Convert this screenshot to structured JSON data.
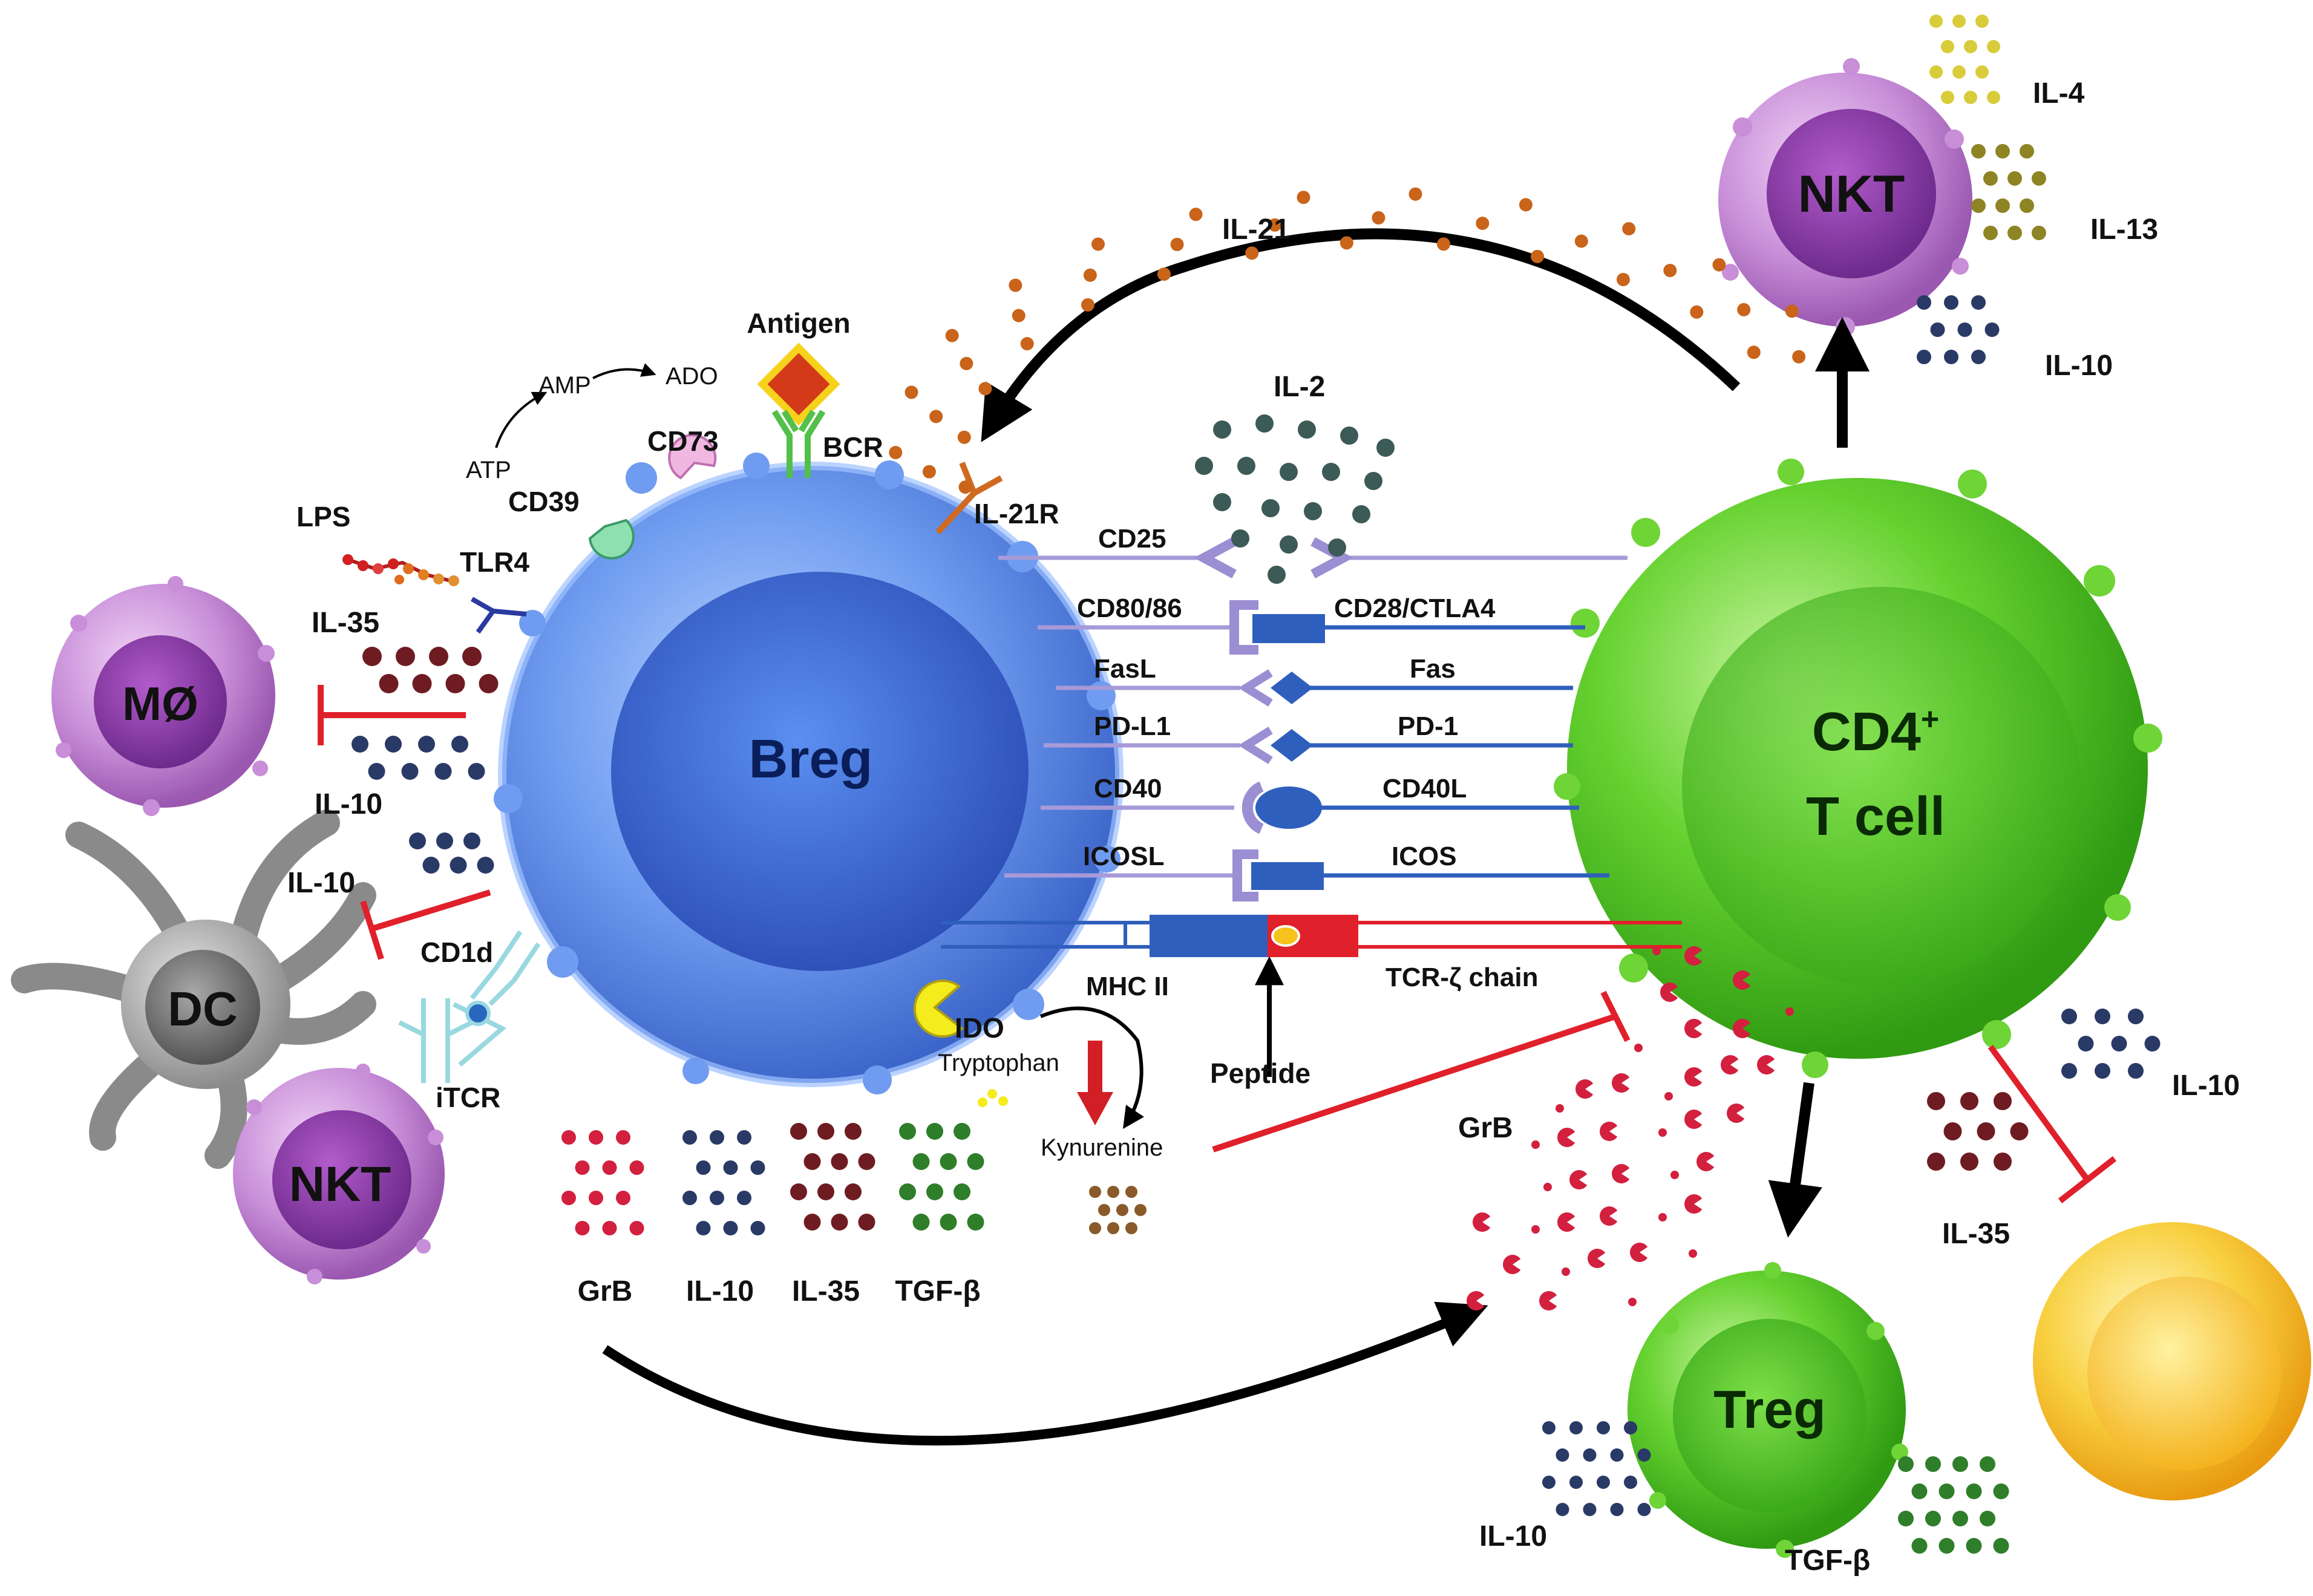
{
  "cells": {
    "breg": "Breg",
    "cd4_line1": "CD4",
    "cd4_sup": "+",
    "cd4_line2": "T cell",
    "nkt_top": "NKT",
    "nkt_left": "NKT",
    "macrophage": "MØ",
    "dc": "DC",
    "treg": "Treg"
  },
  "breg_surface": {
    "antigen": "Antigen",
    "bcr": "BCR",
    "cd73": "CD73",
    "cd39": "CD39",
    "atp": "ATP",
    "amp": "AMP",
    "ado": "ADO",
    "lps": "LPS",
    "tlr4": "TLR4",
    "il21r": "IL-21R",
    "cd1d": "CD1d",
    "itcr": "iTCR",
    "ido": "IDO",
    "tryptophan": "Tryptophan",
    "kynurenine": "Kynurenine"
  },
  "pairs": [
    {
      "left": "CD25",
      "right": ""
    },
    {
      "left": "CD80/86",
      "right": "CD28/CTLA4"
    },
    {
      "left": "FasL",
      "right": "Fas"
    },
    {
      "left": "PD-L1",
      "right": "PD-1"
    },
    {
      "left": "CD40",
      "right": "CD40L"
    },
    {
      "left": "ICOSL",
      "right": "ICOS"
    }
  ],
  "mhc": {
    "mhc": "MHC II",
    "tcr": "TCR-ζ chain",
    "peptide": "Peptide"
  },
  "cytokines": {
    "il21": "IL-21",
    "il2": "IL-2",
    "il4": "IL-4",
    "il13": "IL-13",
    "il10_nkt": "IL-10",
    "il35_left": "IL-35",
    "il10_mac": "IL-10",
    "il10_dc": "IL-10",
    "grb_right": "GrB",
    "il10_rt": "IL-10",
    "il35_rt": "IL-35",
    "il10_treg": "IL-10",
    "tgfb_treg": "TGF-β"
  },
  "secreted_row": [
    "GrB",
    "IL-10",
    "IL-35",
    "TGF-β"
  ],
  "colors": {
    "breg": "#4f7fe0",
    "cd4": "#5fd028",
    "nkt": "#9b3fb8",
    "dc": "#8a8a8a",
    "treg": "#57c82a",
    "yellow_cell": "#f6c21c",
    "inhibit": "#e0202a",
    "il21_dot": "#c9641a",
    "il2_dot": "#3c5a56",
    "il10_dot": "#2a3a66",
    "il35_dot": "#6e1c22",
    "tgfb_dot": "#2f7e2a",
    "grb_dot": "#d2203e",
    "il4_dot": "#d8cc3a",
    "il13_dot": "#8e8424"
  },
  "icons": [
    "antigen-diamond-icon",
    "bcr-receptor-icon",
    "cd73-icon",
    "cd39-icon",
    "lps-chain-icon",
    "tlr4-receptor-icon",
    "il21r-receptor-icon",
    "ido-pacman-icon"
  ]
}
